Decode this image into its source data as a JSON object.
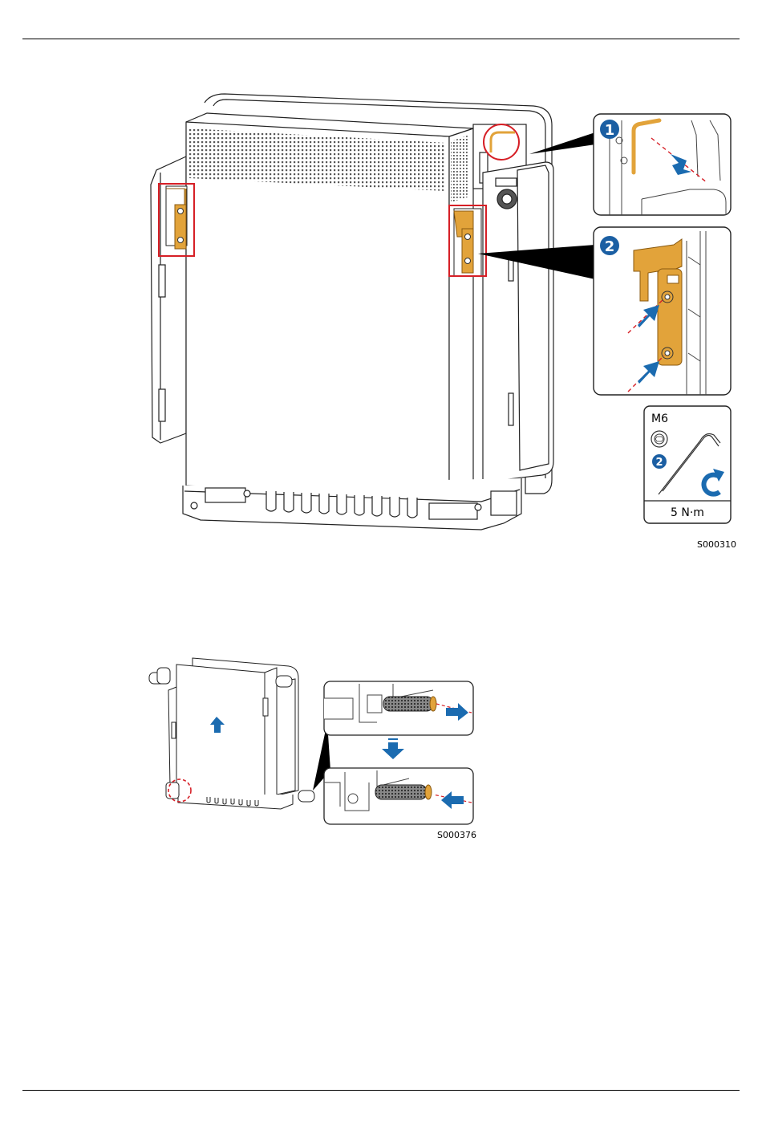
{
  "figure1": {
    "code": "S000310",
    "callout1_number": "1",
    "callout2_number": "2",
    "spec": {
      "bolt": "M6",
      "step_ref": "2",
      "torque": "5 N·m"
    },
    "colors": {
      "bracket": "#E2A33A",
      "highlight": "#D61F26",
      "badge": "#1B5FA3",
      "arrow": "#1B6BB0"
    },
    "icons": [
      "hex-key-icon",
      "screw-head-icon",
      "rotate-clockwise-icon"
    ]
  },
  "figure2": {
    "code": "S000376",
    "colors": {
      "arrow": "#1B6BB0",
      "highlight": "#D61F26"
    }
  }
}
